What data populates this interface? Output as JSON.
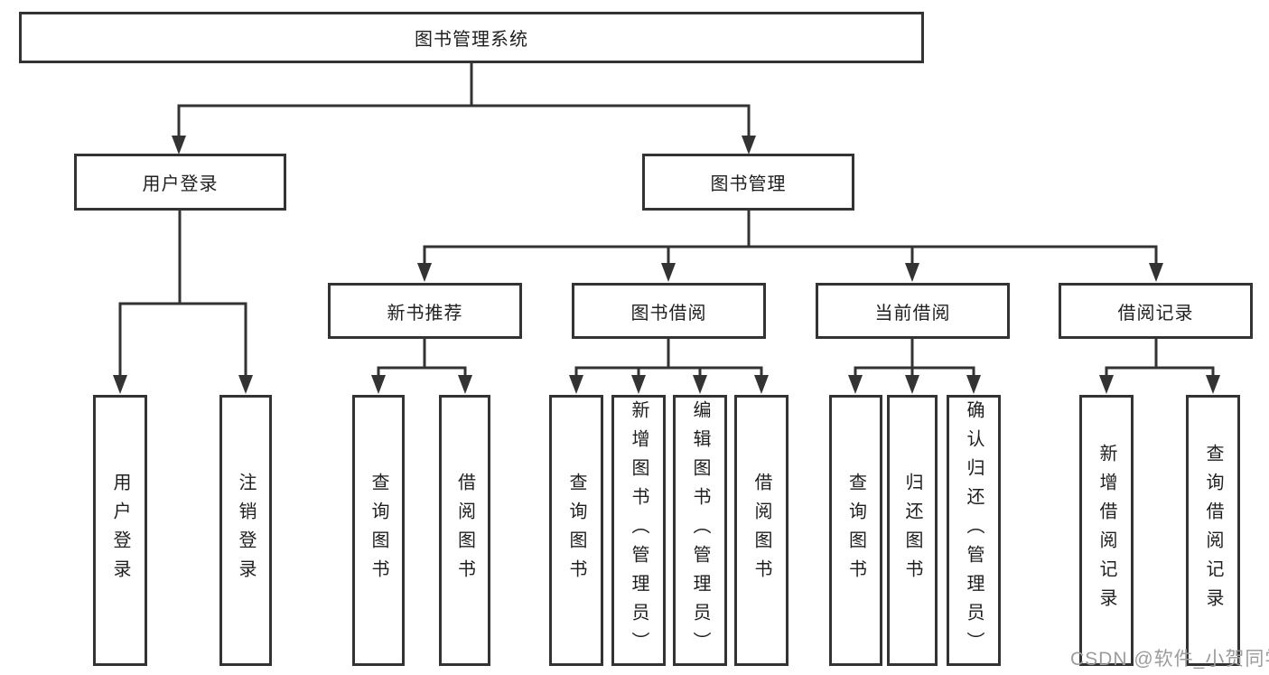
{
  "tree": {
    "root": {
      "label": "图书管理系统"
    },
    "branches": [
      {
        "label": "用户登录",
        "leaves": [
          "用户登录",
          "注销登录"
        ]
      },
      {
        "label": "图书管理",
        "groups": [
          {
            "label": "新书推荐",
            "leaves": [
              "查询图书",
              "借阅图书"
            ]
          },
          {
            "label": "图书借阅",
            "leaves": [
              "查询图书",
              "新增图书（管理员）",
              "编辑图书（管理员）",
              "借阅图书"
            ]
          },
          {
            "label": "当前借阅",
            "leaves": [
              "查询图书",
              "归还图书",
              "确认归还（管理员）"
            ]
          },
          {
            "label": "借阅记录",
            "leaves": [
              "新增借阅记录",
              "查询借阅记录"
            ]
          }
        ]
      }
    ]
  },
  "watermark": {
    "text": "CSDN @软件_小贺同学"
  },
  "colors": {
    "line": "#333333",
    "box_border": "#333333",
    "text": "#1f1f1f",
    "watermark": "#9c9c9c",
    "background": "#ffffff"
  }
}
